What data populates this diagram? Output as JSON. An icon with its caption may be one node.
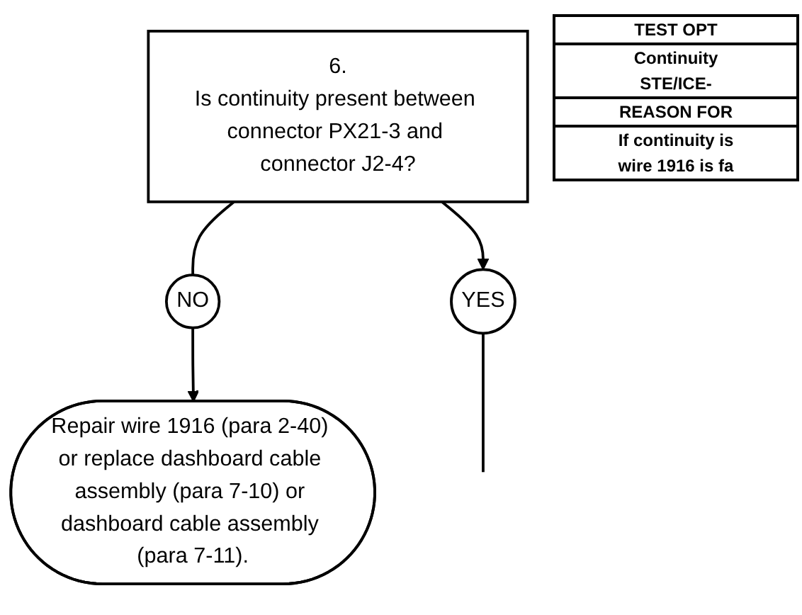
{
  "diagram": {
    "nodes": [
      {
        "text": [
          "6.",
          "Is continuity present between connector PX21-3 and connector J2-4?"
        ]
      },
      {
        "text": [
          "NO"
        ]
      },
      {
        "text": [
          "YES"
        ]
      },
      {
        "text": [
          "Repair wire 1916 (para 2-40) or replace dashboard cable assembly (para 7-10) or dashboard cable assembly (para 7-11)."
        ]
      }
    ],
    "edges": [
      {
        "from": 0,
        "to": 1,
        "arrow": "none"
      },
      {
        "from": 1,
        "to": 3,
        "arrow": "to"
      },
      {
        "from": 0,
        "to": 2,
        "arrow": "to"
      },
      {
        "from": 2,
        "to": null,
        "arrow": "none"
      }
    ],
    "labels": [
      "TEST OPT",
      "Continuity",
      "STE/ICE-",
      "REASON FOR",
      "If continuity is",
      "wire 1916 is fa"
    ]
  }
}
